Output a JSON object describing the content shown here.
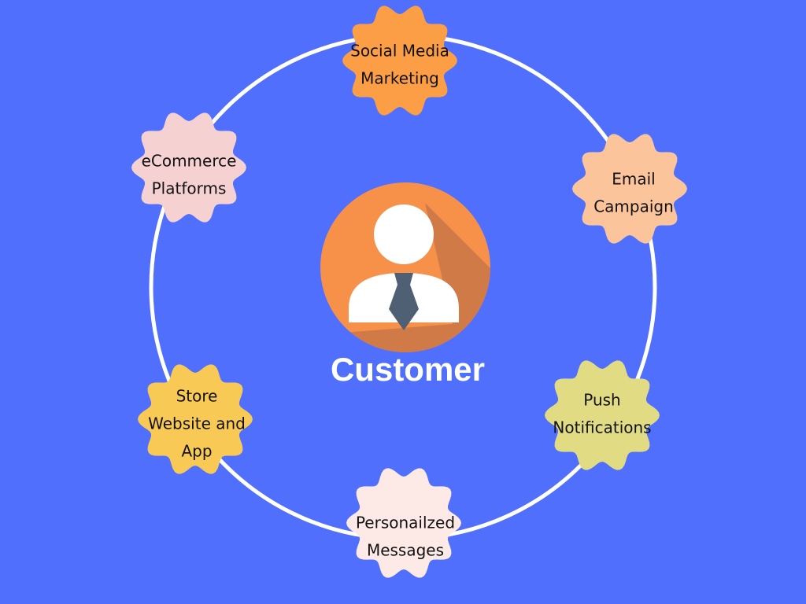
{
  "colors": {
    "background": "#4f6ffc",
    "ring": "#ffffff",
    "avatar_circle": "#f7914a",
    "avatar_shadow": "#d07a48",
    "avatar_figure": "#ffffff",
    "tie": "#4f6074"
  },
  "center": {
    "icon": "person-with-tie-icon",
    "label": "Customer"
  },
  "nodes": [
    {
      "id": "social-media-marketing",
      "lines": [
        "Social Media",
        "Marketing"
      ],
      "color": "#fb9e45"
    },
    {
      "id": "email-campaign",
      "lines": [
        "Email",
        "Campaign"
      ],
      "color": "#fbc49a"
    },
    {
      "id": "push-notifications",
      "lines": [
        "Push",
        "Notifications"
      ],
      "color": "#e1dc84"
    },
    {
      "id": "personalized-messages",
      "lines": [
        "Personailzed",
        "Messages"
      ],
      "color": "#fdeae6"
    },
    {
      "id": "store-website-and-app",
      "lines": [
        "Store",
        "Website and",
        "App"
      ],
      "color": "#f8c955"
    },
    {
      "id": "ecommerce-platforms",
      "lines": [
        "eCommerce",
        "Platforms"
      ],
      "color": "#f6d1d1"
    }
  ]
}
